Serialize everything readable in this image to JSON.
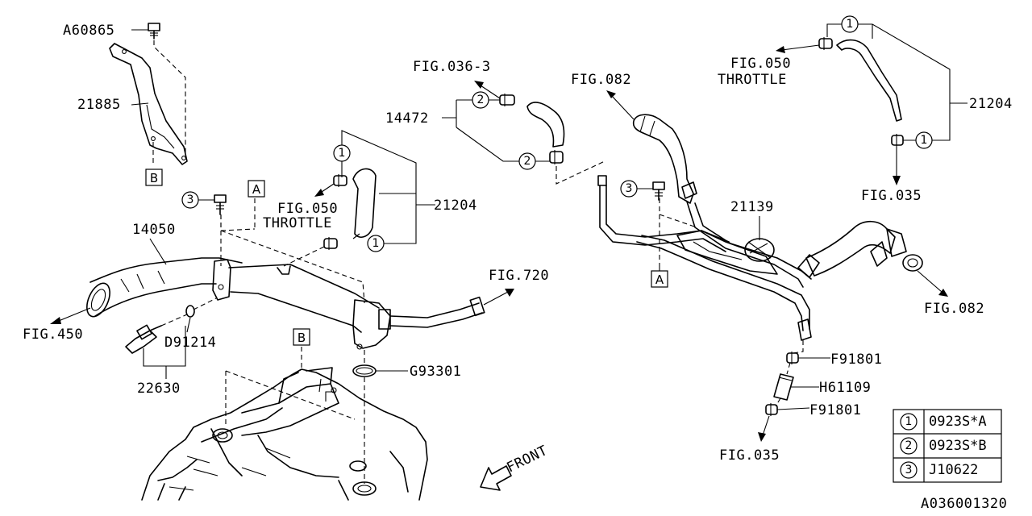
{
  "labels": {
    "a60865": "A60865",
    "p21885": "21885",
    "p14050": "14050",
    "fig450": "FIG.450",
    "d91214": "D91214",
    "p22630": "22630",
    "fig050_left_1": "FIG.050",
    "fig050_left_2": "THROTTLE",
    "p21204_left": "21204",
    "p14472": "14472",
    "fig036": "FIG.036-3",
    "fig720": "FIG.720",
    "g93301": "G93301",
    "fig082_top": "FIG.082",
    "p21139": "21139",
    "fig050_right_1": "FIG.050",
    "fig050_right_2": "THROTTLE",
    "p21204_right": "21204",
    "fig035_top": "FIG.035",
    "fig082_right": "FIG.082",
    "f91801_top": "F91801",
    "h61109": "H61109",
    "f91801_bottom": "F91801",
    "fig035_bottom": "FIG.035",
    "front": "FRONT",
    "diagram_code": "A036001320"
  },
  "markers": {
    "b_top": "B",
    "b_bottom": "B",
    "a_left": "A",
    "a_right": "A"
  },
  "callouts": {
    "one": "1",
    "two": "2",
    "three": "3"
  },
  "legend": [
    {
      "num": "1",
      "part": "0923S*A"
    },
    {
      "num": "2",
      "part": "0923S*B"
    },
    {
      "num": "3",
      "part": "J10622"
    }
  ]
}
